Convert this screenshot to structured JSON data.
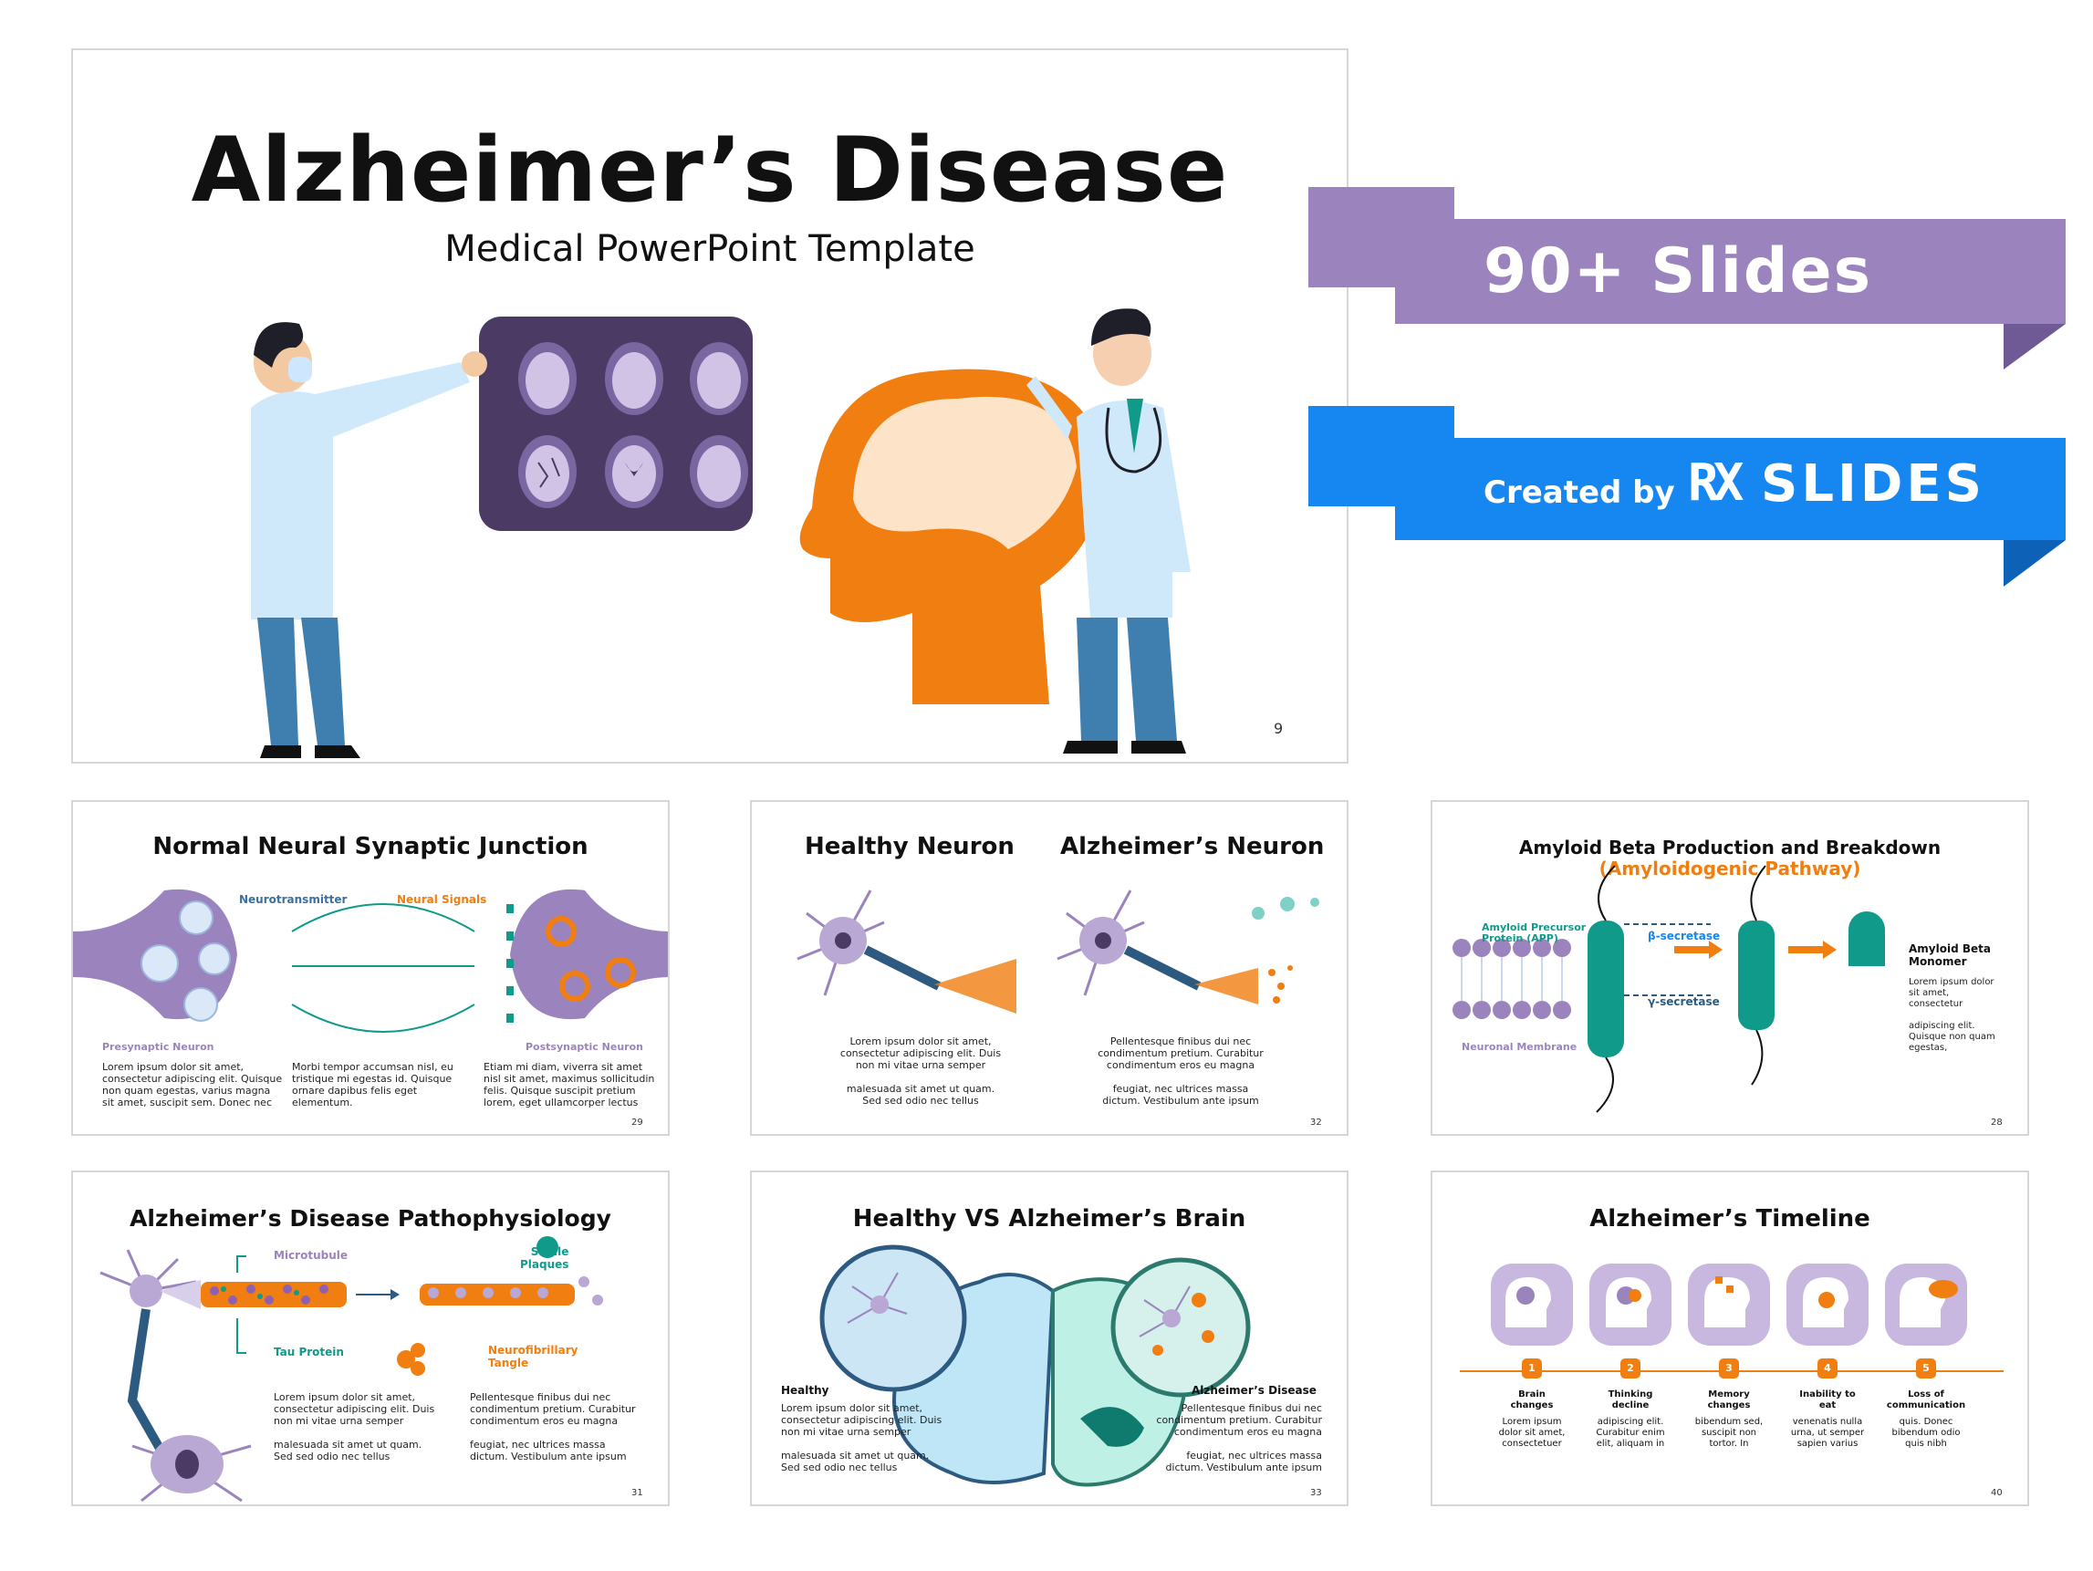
{
  "hero": {
    "title": "Alzheimer’s Disease",
    "subtitle": "Medical PowerPoint Template",
    "page": "9"
  },
  "banners": {
    "slides_count": "90+ Slides",
    "created_by": "Created by",
    "brand": "SLIDES",
    "brand_rx": "RX"
  },
  "thumbs": [
    {
      "title": "Normal Neural Synaptic Junction",
      "labels": {
        "neurotransmitter": "Neurotransmitter",
        "signals": "Neural Signals",
        "pre": "Presynaptic Neuron",
        "post": "Postsynaptic Neuron"
      },
      "texts": [
        "Lorem ipsum dolor sit amet,\nconsectetur adipiscing elit. Quisque\nnon quam egestas, varius magna\nsit amet, suscipit sem. Donec nec",
        "Morbi tempor accumsan nisl, eu\ntristique mi egestas id. Quisque\nornare dapibus felis eget\nelementum.",
        "Etiam mi diam, viverra sit amet\nnisl sit amet, maximus sollicitudin\nfelis. Quisque suscipit pretium\nlorem, eget ullamcorper lectus"
      ],
      "page": "29"
    },
    {
      "title_left": "Healthy Neuron",
      "title_right": "Alzheimer’s Neuron",
      "texts": [
        "Lorem ipsum dolor sit amet,\nconsectetur adipiscing elit. Duis\nnon mi vitae urna semper\n\nmalesuada sit amet ut quam.\nSed sed odio nec tellus",
        "Pellentesque finibus dui nec\ncondimentum pretium. Curabitur\ncondimentum eros eu magna\n\nfeugiat, nec ultrices massa\ndictum. Vestibulum ante ipsum"
      ],
      "page": "32"
    },
    {
      "title": "Amyloid Beta Production and Breakdown",
      "subtitle": "(Amyloidogenic Pathway)",
      "labels": {
        "app": "Amyloid Precursor\nProtein (APP)",
        "beta": "β-secretase",
        "gamma": "γ-secretase",
        "membrane": "Neuronal Membrane",
        "monomer": "Amyloid Beta\nMonomer"
      },
      "texts": [
        "Lorem ipsum dolor\nsit amet,\nconsectetur\n\nadipiscing elit.\nQuisque non quam\negestas,"
      ],
      "page": "28"
    },
    {
      "title": "Alzheimer’s Disease Pathophysiology",
      "labels": {
        "microtubule": "Microtubule",
        "plaques": "Senile\nPlaques",
        "tau": "Tau Protein",
        "tangle": "Neurofibrillary\nTangle"
      },
      "texts": [
        "Lorem ipsum dolor sit amet,\nconsectetur adipiscing elit. Duis\nnon mi vitae urna semper\n\nmalesuada sit amet ut quam.\nSed sed odio nec tellus",
        "Pellentesque finibus dui nec\ncondimentum pretium. Curabitur\ncondimentum eros eu magna\n\nfeugiat, nec ultrices massa\ndictum. Vestibulum ante ipsum"
      ],
      "page": "31"
    },
    {
      "title": "Healthy VS Alzheimer’s Brain",
      "labels": {
        "healthy": "Healthy",
        "alz": "Alzheimer’s Disease"
      },
      "texts": [
        "Lorem ipsum dolor sit amet,\nconsectetur adipiscing elit. Duis\nnon mi vitae urna semper\n\nmalesuada sit amet ut quam.\nSed sed odio nec tellus",
        "Pellentesque finibus dui nec\ncondimentum pretium. Curabitur\ncondimentum eros eu magna\n\nfeugiat, nec ultrices massa\ndictum. Vestibulum ante ipsum"
      ],
      "page": "33"
    },
    {
      "title": "Alzheimer’s Timeline",
      "steps": [
        {
          "n": "1",
          "label": "Brain\nchanges",
          "text": "Lorem ipsum\ndolor sit amet,\nconsectetuer"
        },
        {
          "n": "2",
          "label": "Thinking\ndecline",
          "text": "adipiscing elit.\nCurabitur enim\nelit, aliquam in"
        },
        {
          "n": "3",
          "label": "Memory\nchanges",
          "text": "bibendum sed,\nsuscipit non\ntortor. In"
        },
        {
          "n": "4",
          "label": "Inability to\neat",
          "text": "venenatis nulla\nurna, ut semper\nsapien varius"
        },
        {
          "n": "5",
          "label": "Loss of\ncommunication",
          "text": "quis. Donec\nbibendum odio\nquis nibh"
        }
      ],
      "page": "40"
    }
  ],
  "colors": {
    "purple": "#9b84bd",
    "dark_purple": "#4b3a63",
    "blue": "#1687f0",
    "orange": "#f07e10",
    "teal": "#0f9a8a",
    "light_purple": "#b9a7d4"
  }
}
